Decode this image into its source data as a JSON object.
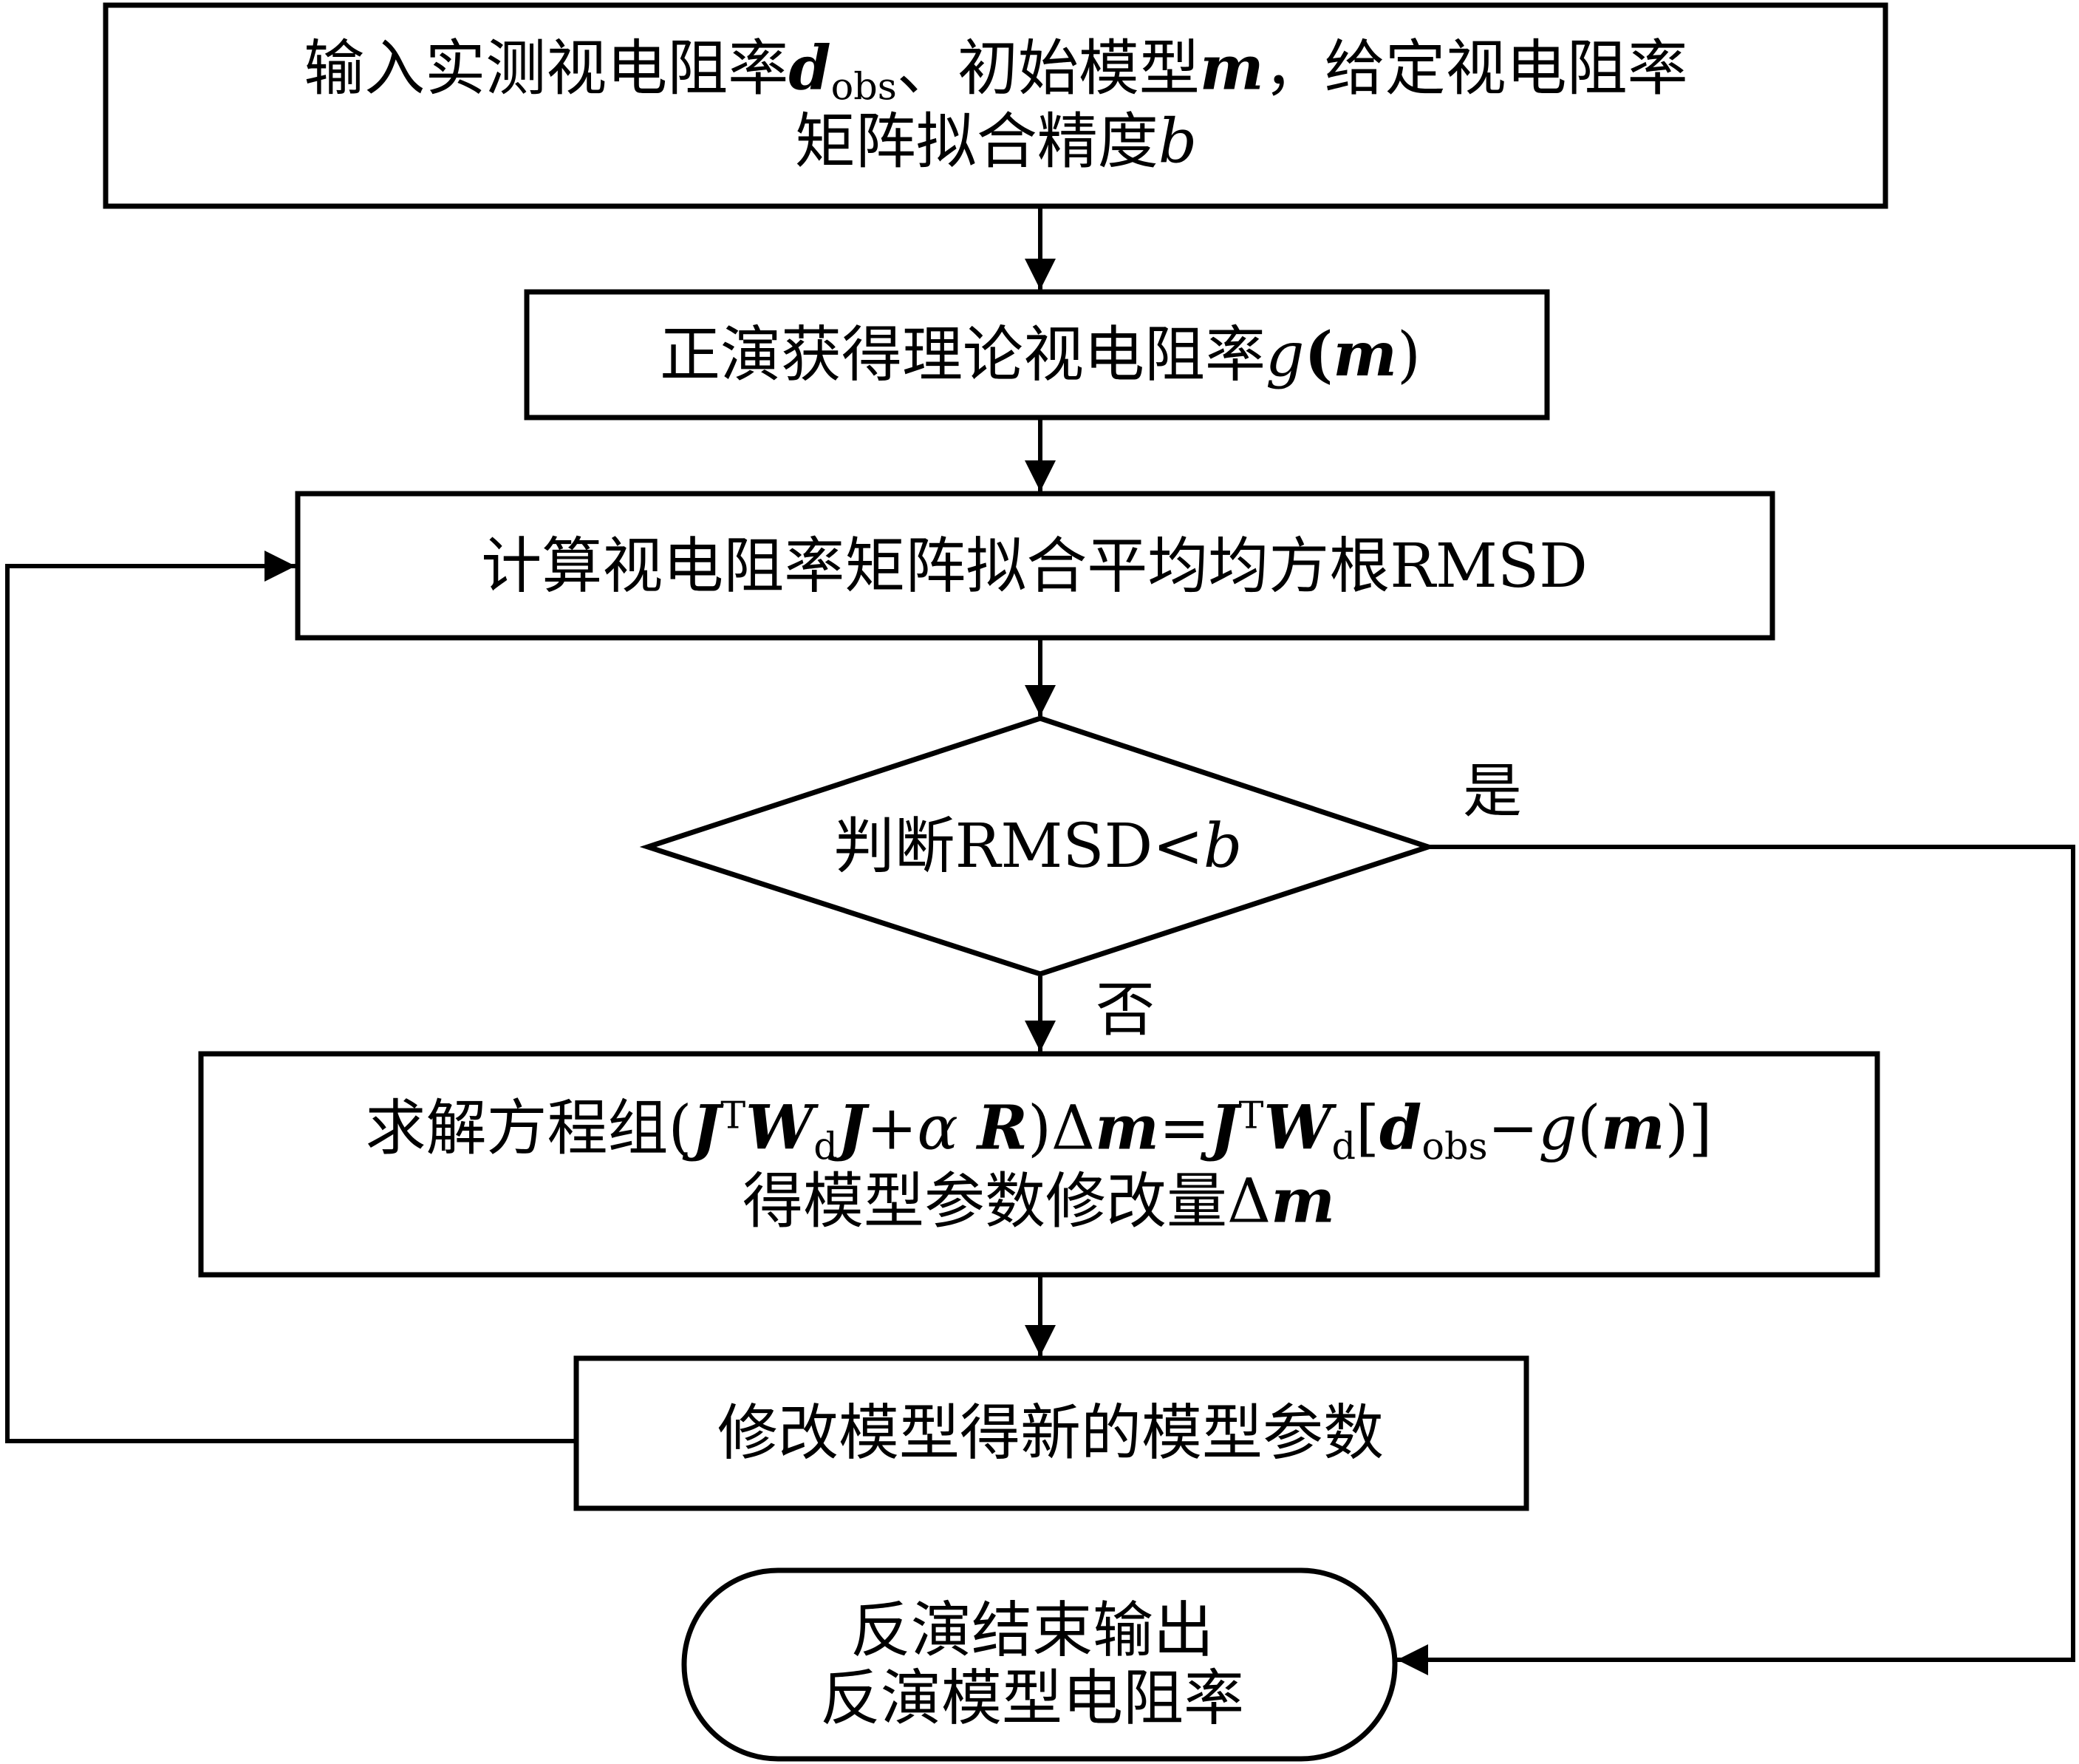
{
  "nodes": {
    "input": {
      "line1_a": "输入实测视电阻率",
      "line1_d": "d",
      "line1_obs": "obs",
      "line1_b": "、初始模型",
      "line1_m": "m",
      "line1_c": "，给定视电阻率",
      "line2_a": "矩阵拟合精度",
      "line2_b": "b"
    },
    "forward": {
      "text": "正演获得理论视电阻率",
      "g": "g",
      "lparen": "(",
      "m": "m",
      "rparen": ")"
    },
    "rmsd_calc": {
      "text": "计算视电阻率矩阵拟合平均均方根RMSD"
    },
    "decision": {
      "text": "判断RMSD<",
      "b": "b"
    },
    "solve": {
      "t1": "求解方程组(",
      "J1": "J",
      "T1": "T",
      "W1": "W",
      "d1": "d",
      "J2": "J",
      "plus": "+",
      "alpha": "α",
      "R": "R",
      "t2": ")Δ",
      "m1": "m",
      "eq": "=",
      "J3": "J",
      "T2": "T",
      "W2": "W",
      "d2": "d",
      "lbr": "[",
      "dobs": "d",
      "obs": "obs",
      "minus": "−",
      "g": "g",
      "lp": "(",
      "m2": "m",
      "rpb": ")]",
      "line2_a": "得模型参数修改量Δ",
      "line2_m": "m"
    },
    "update": {
      "text": "修改模型得新的模型参数"
    },
    "end": {
      "line1": "反演结束输出",
      "line2": "反演模型电阻率"
    }
  },
  "edge_labels": {
    "yes": "是",
    "no": "否"
  }
}
